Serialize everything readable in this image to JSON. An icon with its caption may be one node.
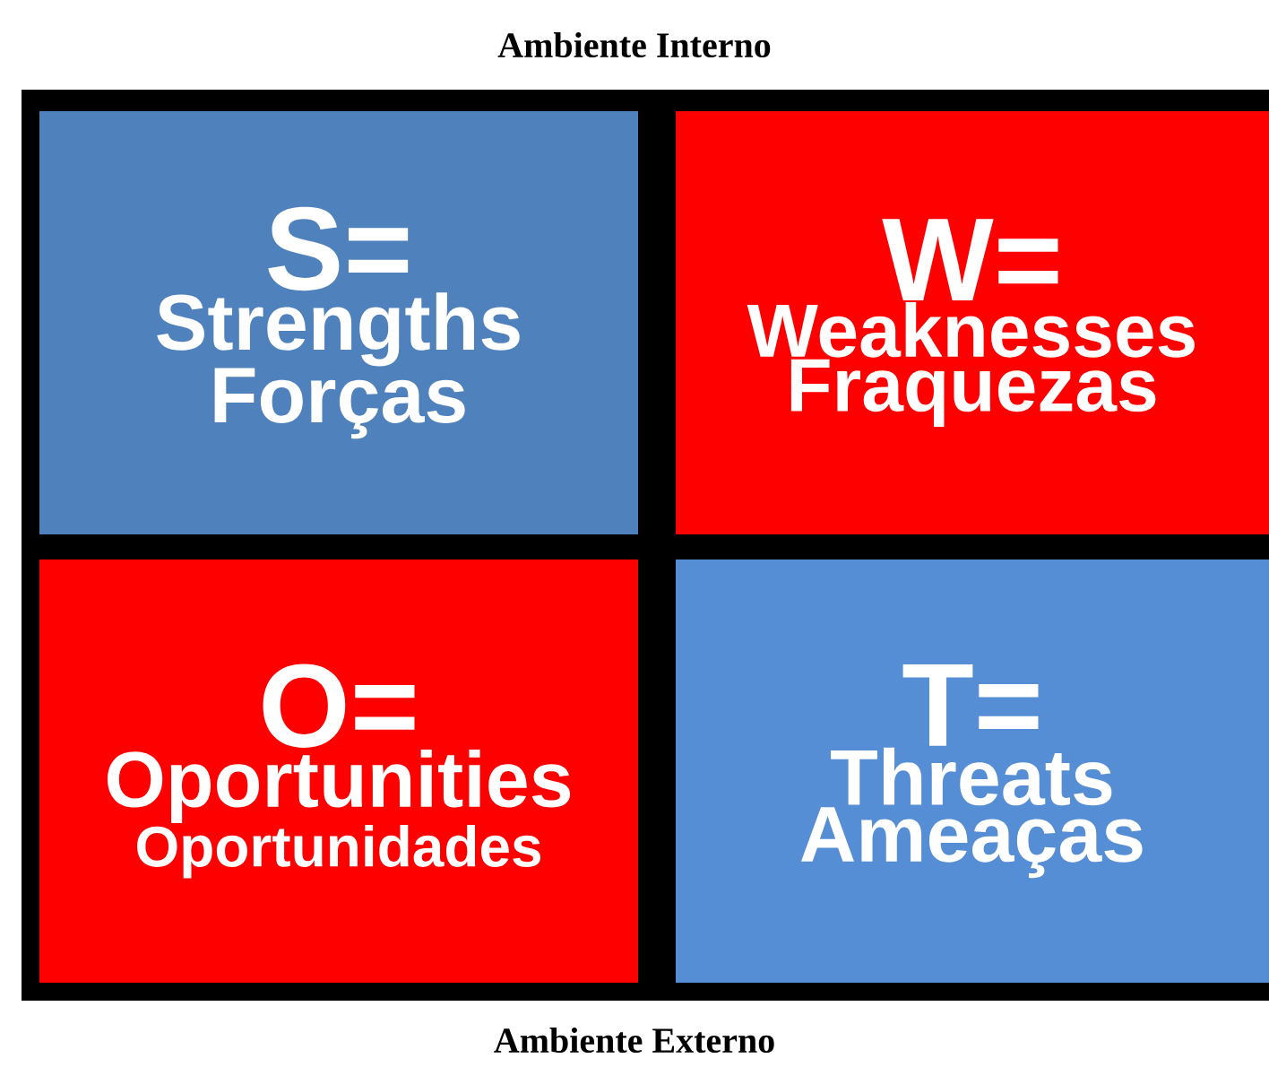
{
  "diagram": {
    "nodes": [
      {
        "text": [
          "S=",
          "Strengths",
          "Forças"
        ]
      },
      {
        "text": [
          "W=",
          "Weaknesses",
          "Fraquezas"
        ]
      },
      {
        "text": [
          "O=",
          "Oportunities",
          "Oportunidades"
        ]
      },
      {
        "text": [
          "T=",
          "Threats",
          "Ameaças"
        ]
      }
    ],
    "labels": [
      "Ambiente Interno",
      "Ambiente Externo"
    ]
  }
}
